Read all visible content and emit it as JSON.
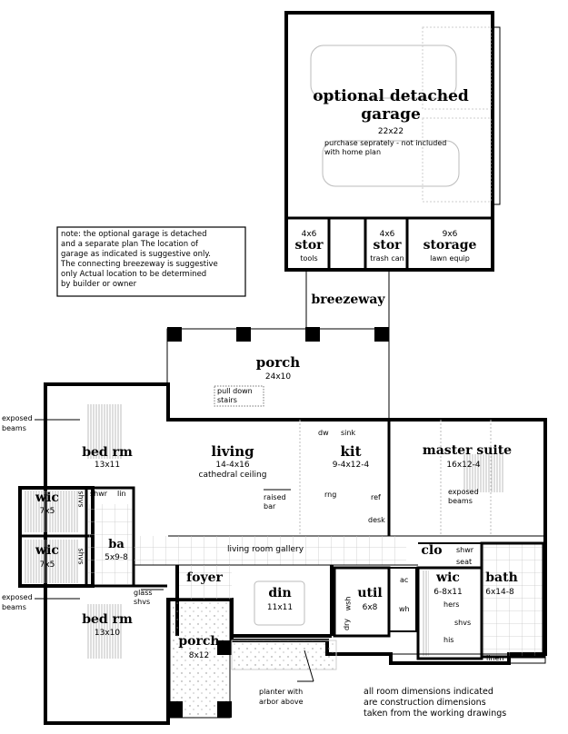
{
  "plan": {
    "garage": {
      "title_line1": "optional detached",
      "title_line2": "garage",
      "size": "22x22",
      "note_line1": "purchase seprately - not included",
      "note_line2": "with home plan",
      "stor1": {
        "size": "4x6",
        "title": "stor",
        "sub": "tools"
      },
      "stor2": {
        "size": "4x6",
        "title": "stor",
        "sub": "trash can"
      },
      "storage": {
        "size": "9x6",
        "title": "storage",
        "sub": "lawn equip"
      }
    },
    "breezeway": "breezeway",
    "garage_note": [
      "note: the optional garage is detached",
      "and a separate plan  The location of",
      "garage as indicated is suggestive only.",
      "The connecting breezeway is suggestive",
      "only  Actual location to be determined",
      "by builder or owner"
    ],
    "rear_porch": {
      "title": "porch",
      "size": "24x10",
      "pull_down_1": "pull down",
      "pull_down_2": "stairs"
    },
    "bed1": {
      "title": "bed rm",
      "size": "13x11"
    },
    "bed2": {
      "title": "bed rm",
      "size": "13x10"
    },
    "exposed_beams_1": [
      "exposed",
      "beams"
    ],
    "exposed_beams_2": [
      "exposed",
      "beams"
    ],
    "exposed_beams_master": [
      "exposed",
      "beams"
    ],
    "living": {
      "title": "living",
      "size": "14-4x16",
      "sub": "cathedral ceiling"
    },
    "kit": {
      "title": "kit",
      "size": "9-4x12-4",
      "dw": "dw",
      "sink": "sink",
      "ref": "ref",
      "desk": "desk",
      "rng": "rng"
    },
    "raised_bar": [
      "raised",
      "bar"
    ],
    "master": {
      "title": "master suite",
      "size": "16x12-4"
    },
    "wic1": {
      "title": "wic",
      "size": "7x5",
      "shvs": "shvs"
    },
    "wic2": {
      "title": "wic",
      "size": "7x5",
      "shvs": "shvs"
    },
    "ba": {
      "title": "ba",
      "size": "5x9-8",
      "shwr": "shwr",
      "lin": "lin"
    },
    "gallery": "living room gallery",
    "glass_shvs": [
      "glass",
      "shvs"
    ],
    "foyer": "foyer",
    "din": {
      "title": "din",
      "size": "11x11"
    },
    "util": {
      "title": "util",
      "size": "6x8",
      "wsh": "wsh",
      "dry": "dry",
      "ac": "ac",
      "wh": "wh"
    },
    "clo": "clo",
    "shwr_seat": [
      "shwr",
      "seat"
    ],
    "master_wic": {
      "title": "wic",
      "size": "6-8x11",
      "hers": "hers",
      "his": "his",
      "shvs": "shvs"
    },
    "bath": {
      "title": "bath",
      "size": "6x14-8",
      "linen": "linen"
    },
    "front_porch": {
      "title": "porch",
      "size": "8x12"
    },
    "planter": [
      "planter with",
      "arbor above"
    ],
    "footer_note": [
      "all room dimensions indicated",
      "are construction dimensions",
      "taken from the working drawings"
    ]
  }
}
